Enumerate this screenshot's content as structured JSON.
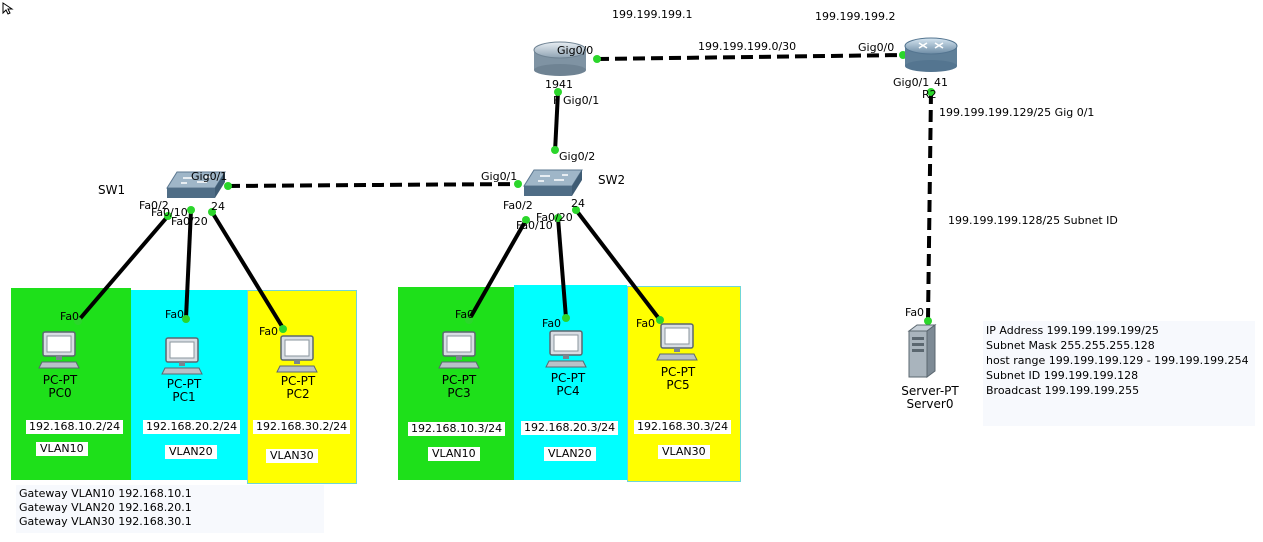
{
  "colors": {
    "vlan10": "#1ee01a",
    "vlan20": "#00ffff",
    "vlan30": "#ffff00",
    "link": "#000000",
    "port_dot": "#2bd62b"
  },
  "top_labels": {
    "r1_ip": "199.199.199.1",
    "r2_ip": "199.199.199.2",
    "wan_net": "199.199.199.0/30"
  },
  "router1": {
    "label": "1941",
    "port_wan": "Gig0/0",
    "port_lan": "Gig0/1",
    "port_lan_prefix": "F"
  },
  "router2": {
    "label": "R2",
    "port_wan": "Gig0/0",
    "port_server": "Gig0/1",
    "port_server_overlap": "41"
  },
  "r2_server_link": {
    "label1": "199.199.199.129/25 Gig 0/1",
    "label2": "199.199.199.128/25 Subnet ID"
  },
  "sw1": {
    "name": "SW1",
    "port_trunk": "Gig0/1",
    "port_a": "Fa0/2",
    "port_b": "Fa0/10",
    "port_c": "Fa0/20",
    "port_d": "24"
  },
  "sw2": {
    "name": "SW2",
    "port_trunk": "Gig0/1",
    "port_uplink": "Gig0/2",
    "port_a": "Fa0/2",
    "port_b": "Fa0/10",
    "port_c": "Fa0/20",
    "port_d": "24"
  },
  "group1": {
    "pcs": [
      {
        "port": "Fa0",
        "type": "PC-PT",
        "name": "PC0",
        "ip": "192.168.10.2/24",
        "vlan": "VLAN10"
      },
      {
        "port": "Fa0",
        "type": "PC-PT",
        "name": "PC1",
        "ip": "192.168.20.2/24",
        "vlan": "VLAN20"
      },
      {
        "port": "Fa0",
        "type": "PC-PT",
        "name": "PC2",
        "ip": "192.168.30.2/24",
        "vlan": "VLAN30"
      }
    ],
    "gateways": [
      "Gateway VLAN10 192.168.10.1",
      "Gateway VLAN20 192.168.20.1",
      "Gateway VLAN30 192.168.30.1"
    ]
  },
  "group2": {
    "pcs": [
      {
        "port": "Fa0",
        "type": "PC-PT",
        "name": "PC3",
        "ip": "192.168.10.3/24",
        "vlan": "VLAN10"
      },
      {
        "port": "Fa0",
        "type": "PC-PT",
        "name": "PC4",
        "ip": "192.168.20.3/24",
        "vlan": "VLAN20"
      },
      {
        "port": "Fa0",
        "type": "PC-PT",
        "name": "PC5",
        "ip": "192.168.30.3/24",
        "vlan": "VLAN30"
      }
    ]
  },
  "server": {
    "port": "Fa0",
    "type": "Server-PT",
    "name": "Server0",
    "info": [
      "IP Address 199.199.199.199/25",
      "Subnet Mask 255.255.255.128",
      "host range 199.199.199.129 - 199.199.199.254",
      "Subnet ID 199.199.199.128",
      "Broadcast 199.199.199.255"
    ]
  }
}
